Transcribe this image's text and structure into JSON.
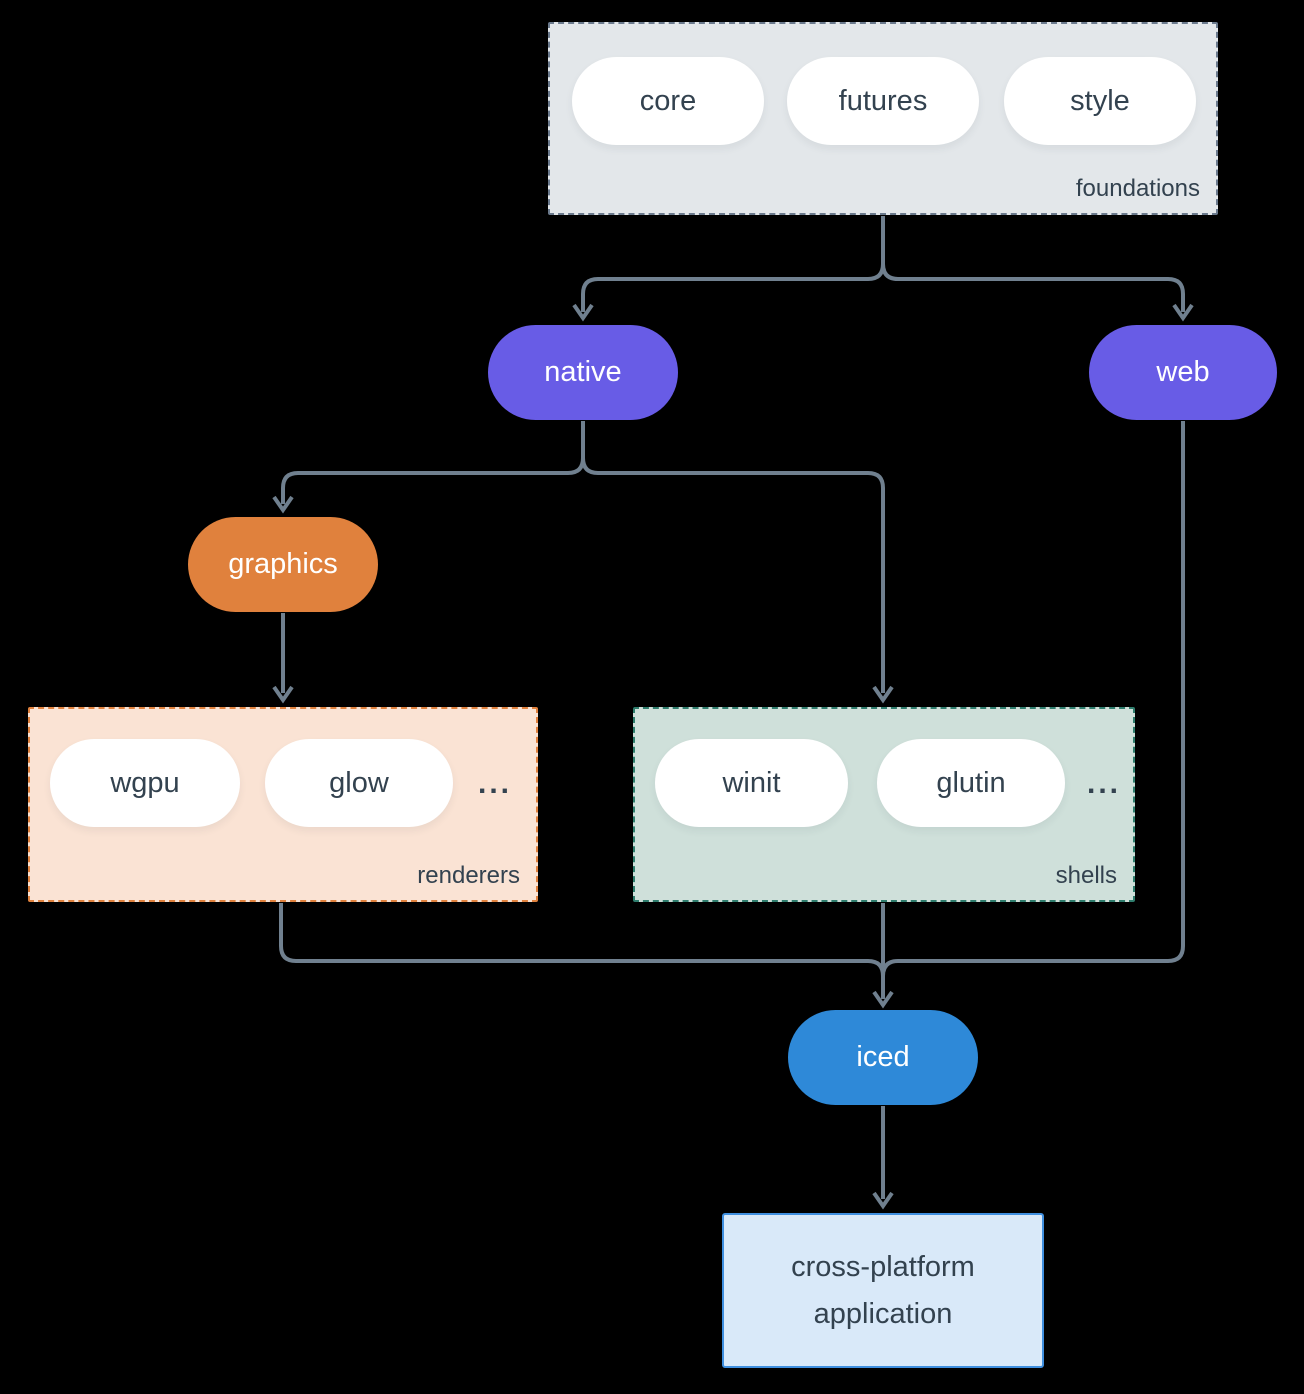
{
  "diagram": {
    "foundations": {
      "label": "foundations",
      "pills": [
        "core",
        "futures",
        "style"
      ]
    },
    "native": {
      "label": "native"
    },
    "web": {
      "label": "web"
    },
    "graphics": {
      "label": "graphics"
    },
    "renderers": {
      "label": "renderers",
      "pills": [
        "wgpu",
        "glow"
      ],
      "more": "..."
    },
    "shells": {
      "label": "shells",
      "pills": [
        "winit",
        "glutin"
      ],
      "more": "..."
    },
    "iced": {
      "label": "iced"
    },
    "application": {
      "label": "cross-platform application"
    },
    "colors": {
      "background": "#000000",
      "connector": "#70808f",
      "foundations_fill": "#e3e7ea",
      "foundations_border": "#6b7a8d",
      "renderers_fill": "#fae3d4",
      "renderers_border": "#e0813d",
      "shells_fill": "#cfe0da",
      "shells_border": "#2f7d6d",
      "native_web_fill": "#685ce6",
      "graphics_fill": "#e0813d",
      "iced_fill": "#2e89d8",
      "application_fill": "#d9e9f9",
      "application_border": "#3f8fdf",
      "dark_text": "#33424f",
      "light_text": "#ffffff"
    }
  }
}
